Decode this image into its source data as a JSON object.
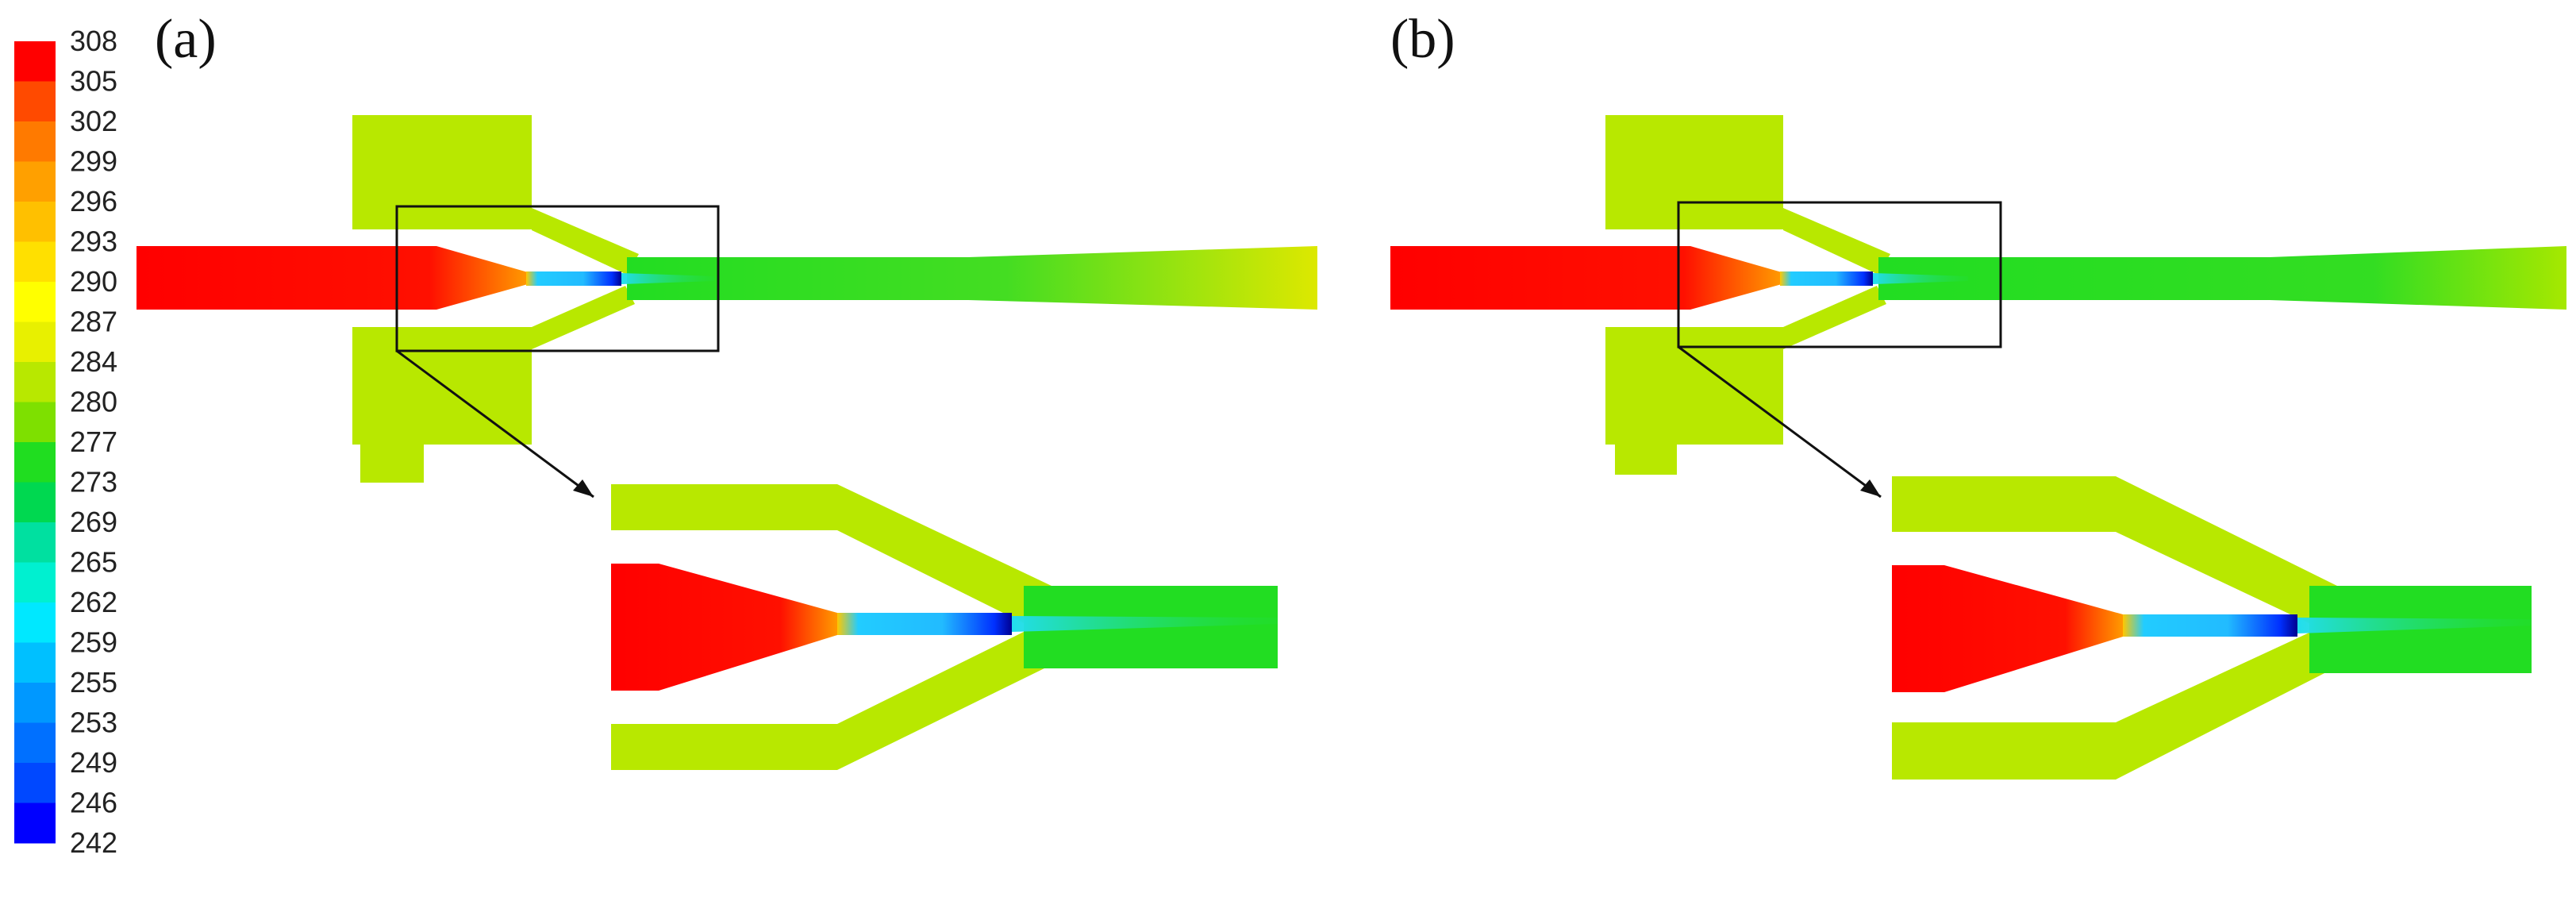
{
  "colorbar": {
    "tick_labels": [
      "308",
      "305",
      "302",
      "299",
      "296",
      "293",
      "290",
      "287",
      "284",
      "280",
      "277",
      "273",
      "269",
      "265",
      "262",
      "259",
      "255",
      "253",
      "249",
      "246",
      "242"
    ],
    "colors": [
      "#ff0000",
      "#ff4a00",
      "#ff7a00",
      "#ffa000",
      "#ffc000",
      "#ffe000",
      "#ffff00",
      "#e8f000",
      "#b8e800",
      "#7ee000",
      "#20dd20",
      "#00d850",
      "#00e0a0",
      "#00f0d0",
      "#00e8ff",
      "#00c0ff",
      "#0098ff",
      "#0070ff",
      "#0048ff",
      "#0000ff"
    ]
  },
  "panels": [
    {
      "label": "(a)",
      "downstream_color": "#dde800"
    },
    {
      "label": "(b)",
      "downstream_color": "#a6e800"
    }
  ],
  "colors": {
    "high_temp": "#ff0000",
    "structure": "#b8e800",
    "mid_flow": "#22dd22",
    "low_temp": "#0000ee",
    "nozzle": "#33ccff",
    "outline": "#111111"
  }
}
